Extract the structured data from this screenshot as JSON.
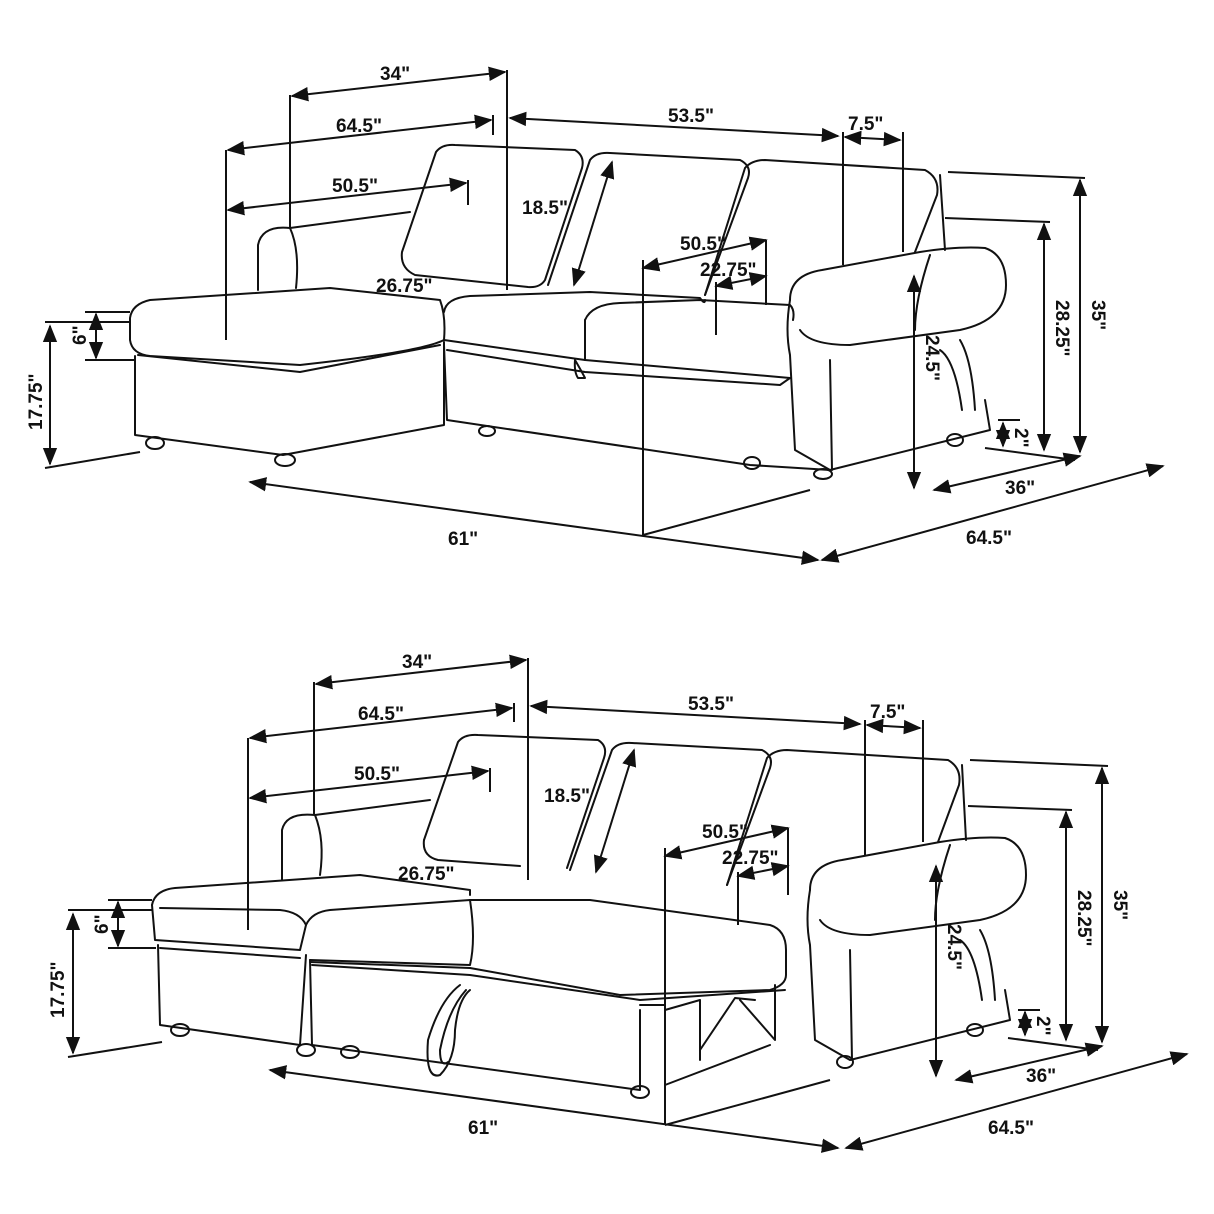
{
  "views": [
    {
      "id": "closed",
      "labels": {
        "seat_depth_top": "34\"",
        "overall_width_top": "64.5\"",
        "back_width": "53.5\"",
        "arm_width": "7.5\"",
        "chaise_width": "50.5\"",
        "back_height": "18.5\"",
        "sofa_width": "50.5\"",
        "seat_depth": "22.75\"",
        "chaise_seat": "26.75\"",
        "cushion_thickness": "6\"",
        "seat_height": "17.75\"",
        "arm_height": "24.5\"",
        "back_height_total": "28.25\"",
        "overall_height": "35\"",
        "leg_height": "2\"",
        "arm_depth": "36\"",
        "overall_length": "61\"",
        "overall_depth": "64.5\""
      }
    },
    {
      "id": "open",
      "labels": {
        "seat_depth_top": "34\"",
        "overall_width_top": "64.5\"",
        "back_width": "53.5\"",
        "arm_width": "7.5\"",
        "chaise_width": "50.5\"",
        "back_height": "18.5\"",
        "sofa_width": "50.5\"",
        "seat_depth": "22.75\"",
        "chaise_seat": "26.75\"",
        "cushion_thickness": "6\"",
        "seat_height": "17.75\"",
        "arm_height": "24.5\"",
        "back_height_total": "28.25\"",
        "overall_height": "35\"",
        "leg_height": "2\"",
        "arm_depth": "36\"",
        "overall_length": "61\"",
        "overall_depth": "64.5\""
      }
    }
  ]
}
